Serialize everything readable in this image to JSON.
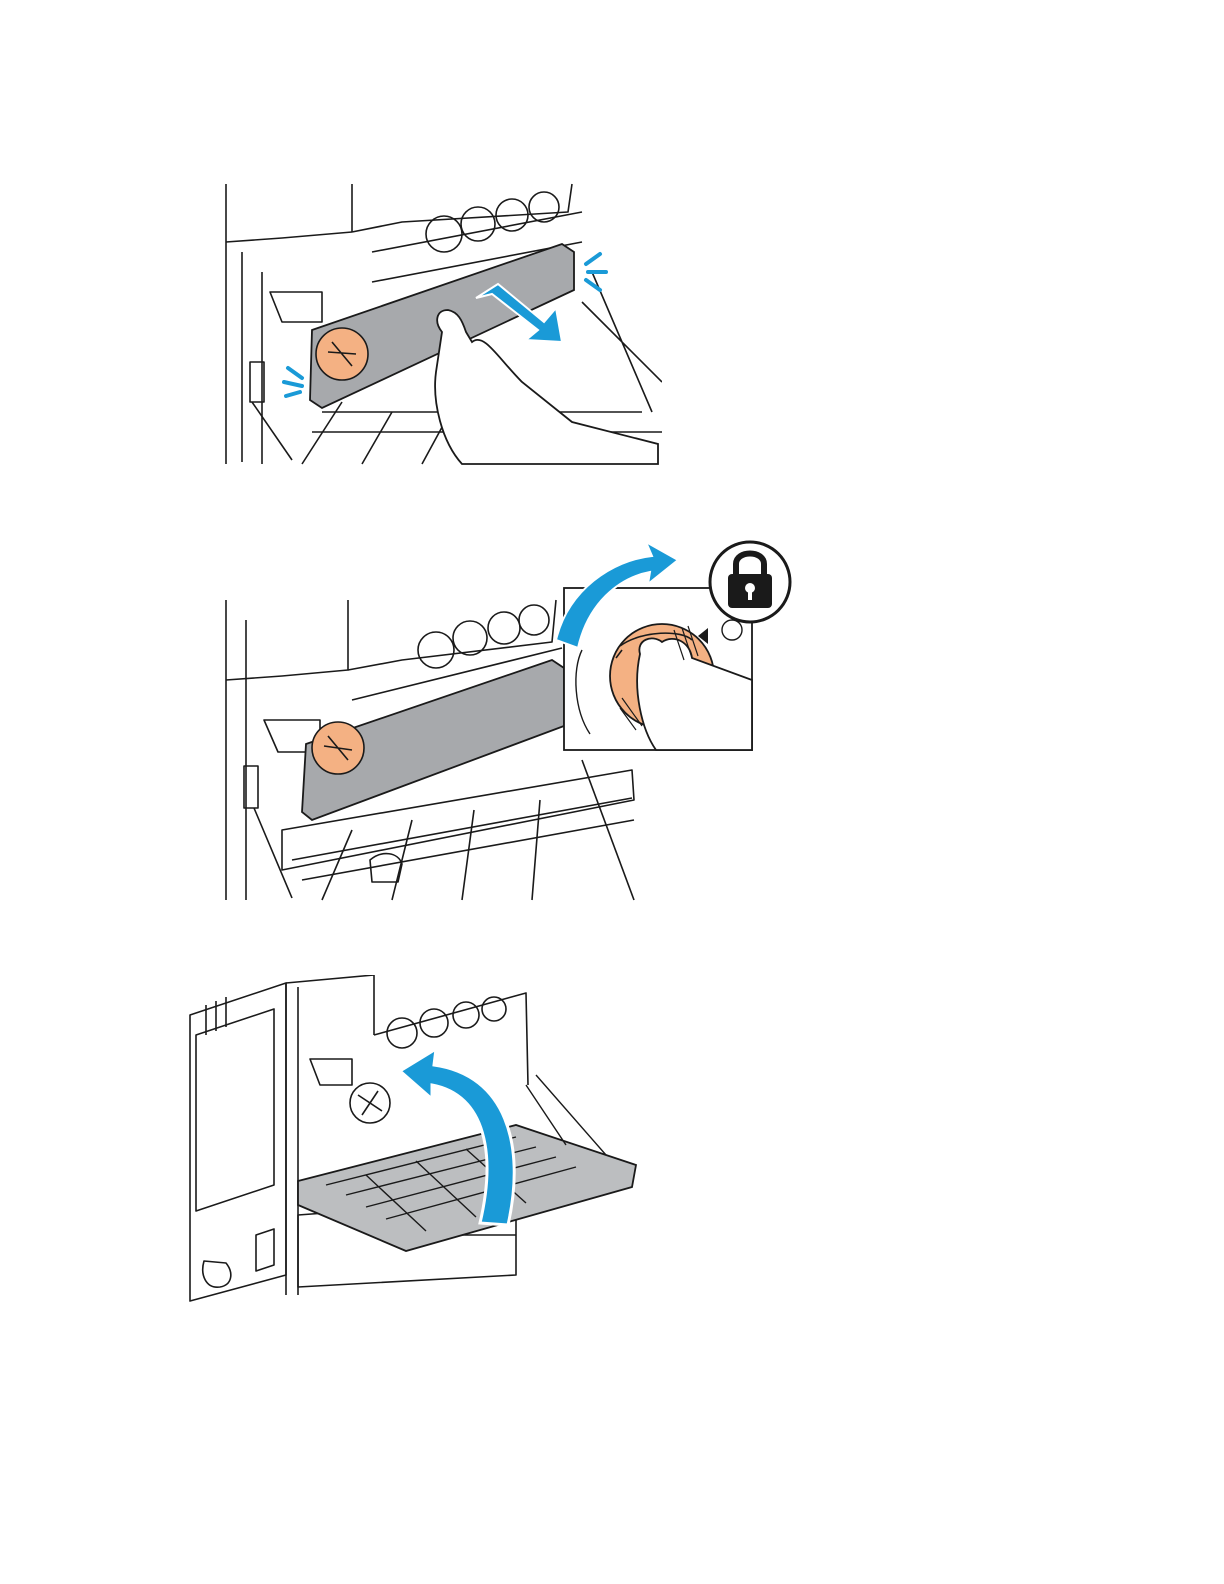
{
  "page": {
    "type": "printer-maintenance-illustrations",
    "illustrations": [
      {
        "id": "step-insert-cartridge",
        "icon": "push-arrow-icon",
        "accent": "#1a9ad7"
      },
      {
        "id": "step-rotate-lock-knob",
        "icon": "lock-icon",
        "accent": "#1a9ad7"
      },
      {
        "id": "step-close-front-door",
        "icon": "curved-arrow-icon",
        "accent": "#1a9ad7"
      }
    ]
  },
  "colors": {
    "accent_blue": "#1a9ad7",
    "cartridge_gray": "#a7a9ac",
    "knob_orange": "#f4b183",
    "line": "#1a1a1a",
    "door_gray": "#bcbec0"
  }
}
